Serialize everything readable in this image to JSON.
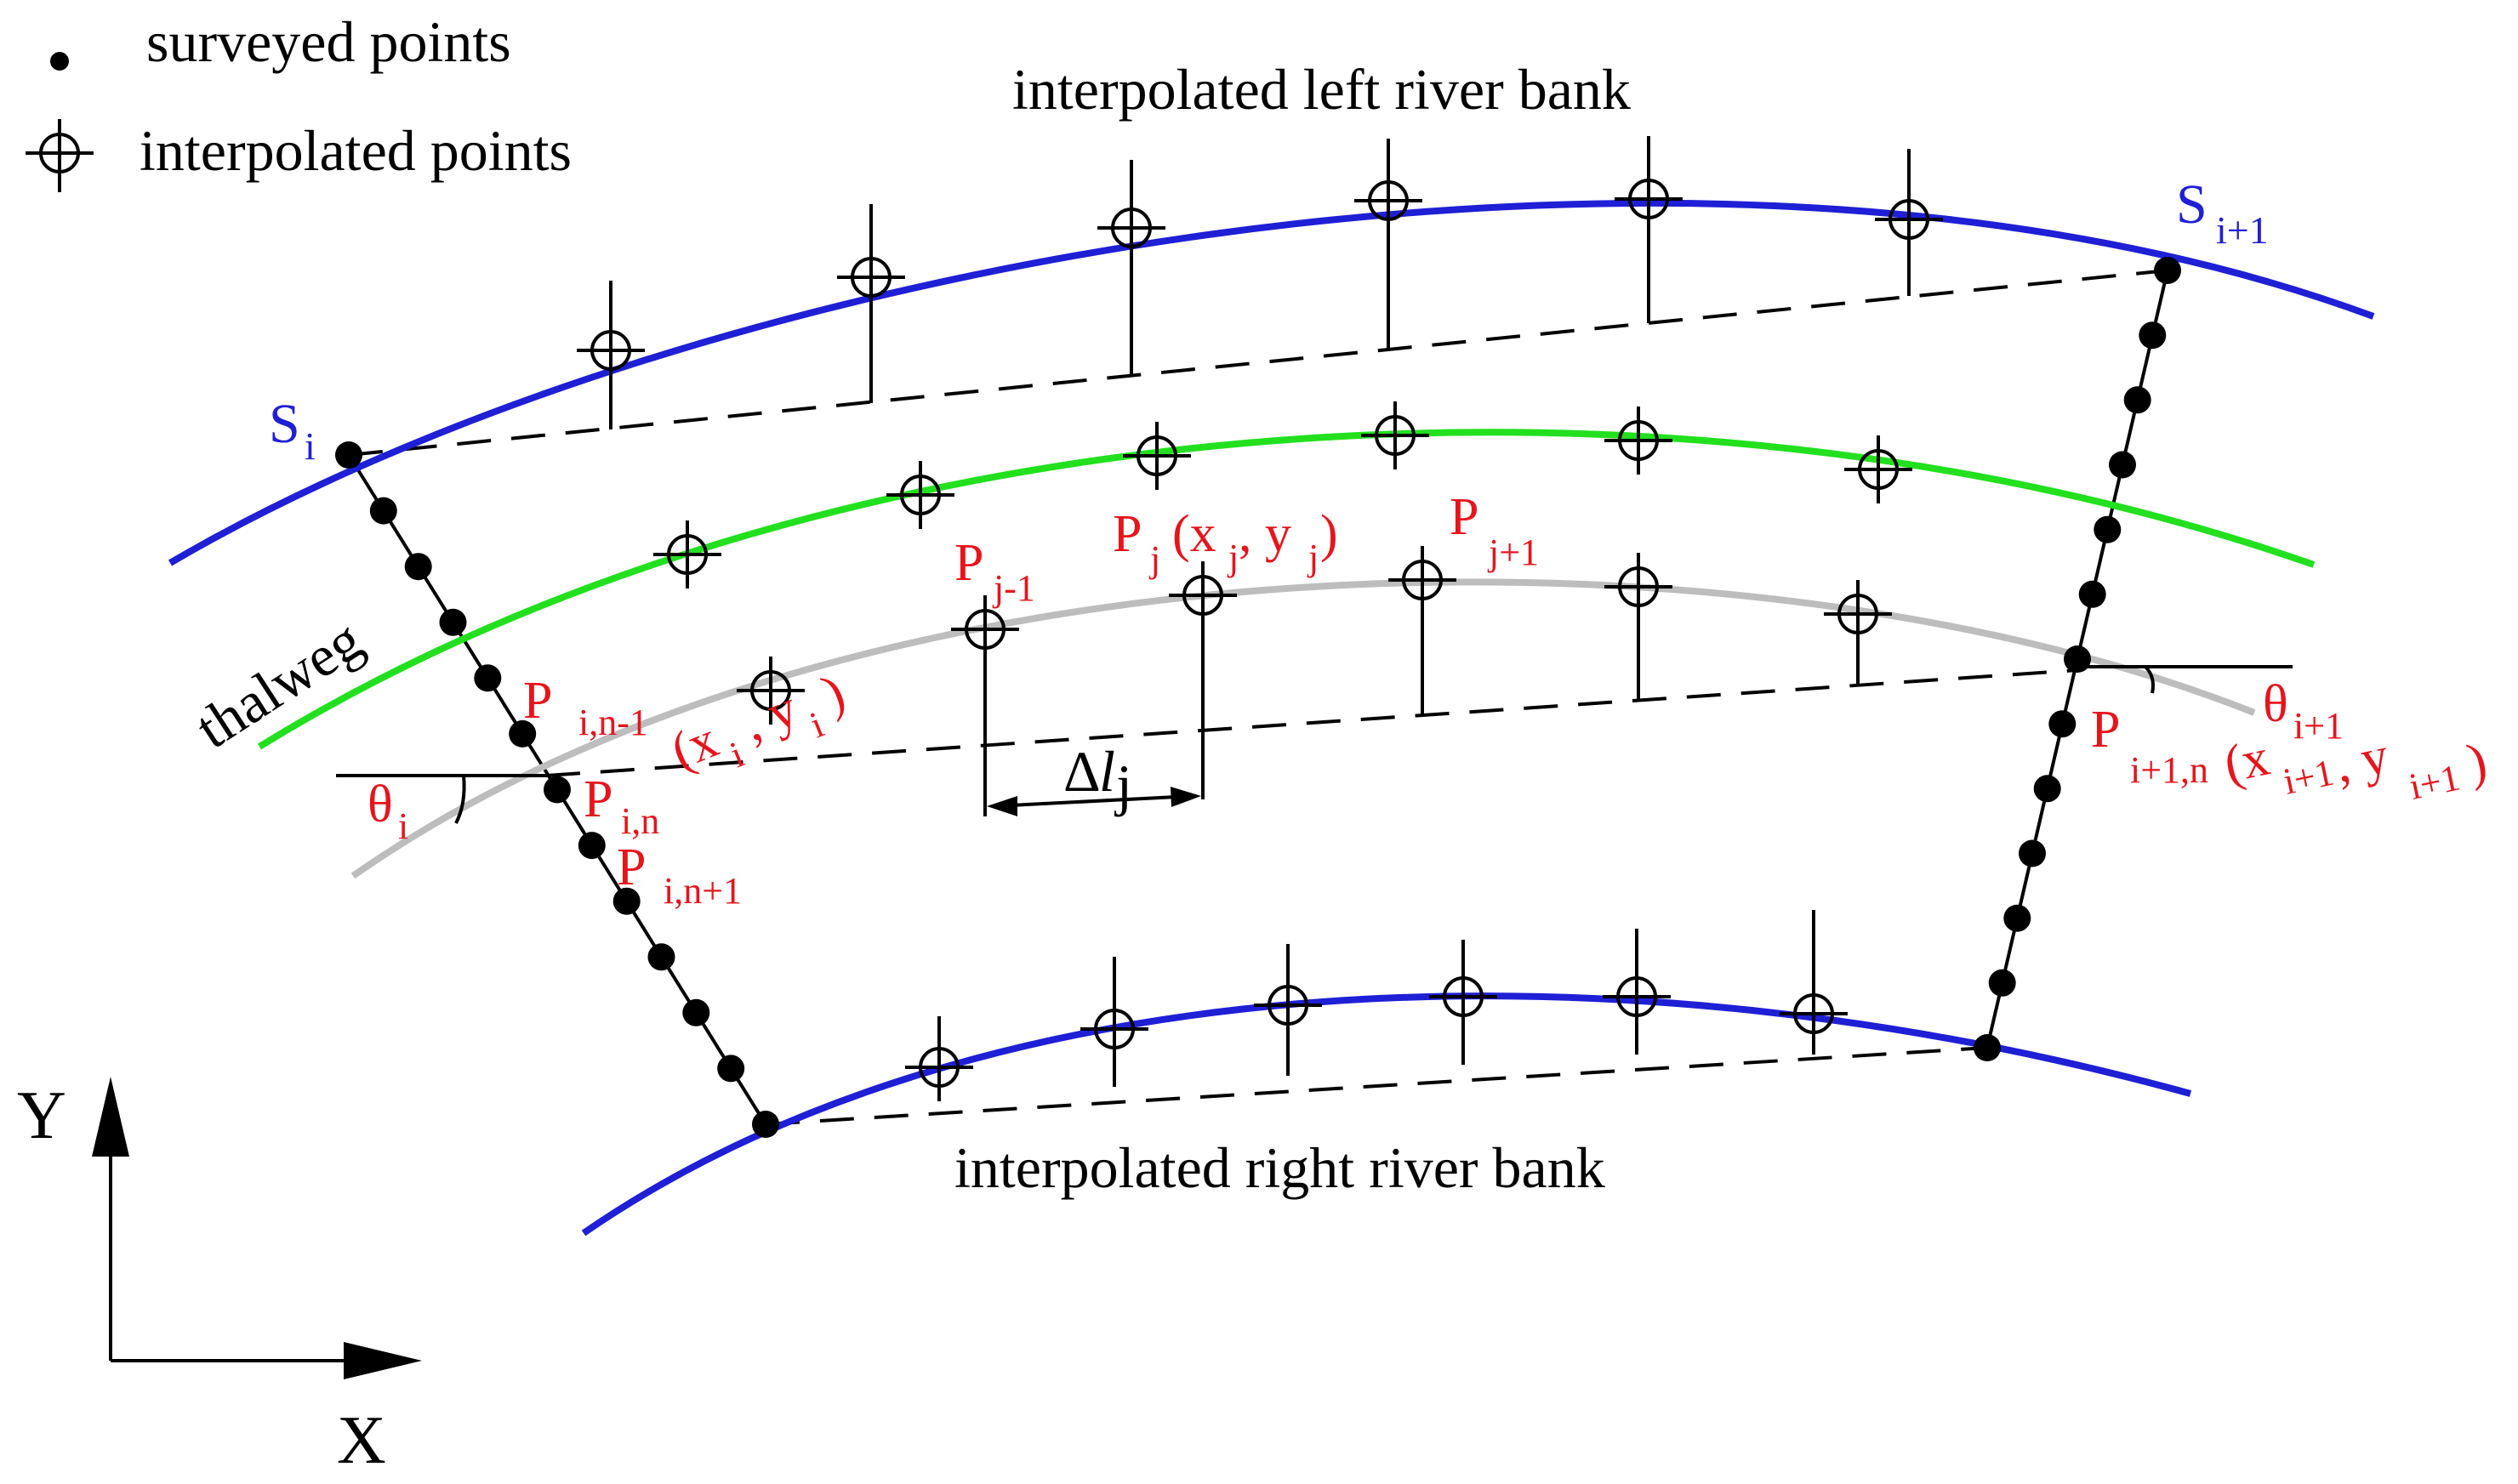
{
  "legend": {
    "surveyed": "surveyed points",
    "interpolated": "interpolated points"
  },
  "labels": {
    "left_bank": "interpolated left river bank",
    "right_bank": "interpolated right river bank",
    "thalweg": "thalweg",
    "s_i": "S",
    "s_i_sub": "i",
    "s_i1": "S",
    "s_i1_sub": "i+1",
    "p_i_n_minus_1": "P",
    "p_i_n_minus_1_sub": "i,n-1",
    "p_i_n": "P",
    "p_i_n_sub": "i,n",
    "p_i_n_coord_open": "(x",
    "p_i_n_coord_xsub": "i",
    "p_i_n_coord_mid": ", y",
    "p_i_n_coord_ysub": "i",
    "p_i_n_coord_close": ")",
    "p_i_n_plus_1": "P",
    "p_i_n_plus_1_sub": "i,n+1",
    "p_j_minus_1": "P",
    "p_j_minus_1_sub": "j-1",
    "p_j": "P",
    "p_j_sub": "j",
    "p_j_coord_open": "(x",
    "p_j_coord_xsub": "j",
    "p_j_coord_mid": ", y",
    "p_j_coord_ysub": "j",
    "p_j_coord_close": ")",
    "p_j_plus_1": "P",
    "p_j_plus_1_sub": "j+1",
    "p_i1_n": "P",
    "p_i1_n_sub": "i+1,n",
    "p_i1_n_coord_open": "(x",
    "p_i1_n_coord_xsub": "i+1",
    "p_i1_n_coord_mid": ", y",
    "p_i1_n_coord_ysub": "i+1",
    "p_i1_n_coord_close": ")",
    "theta_i": "θ",
    "theta_i_sub": "i",
    "theta_i1": "θ",
    "theta_i1_sub": "i+1",
    "delta_l": "Δ",
    "delta_l_l": "l",
    "delta_l_sub": "j",
    "axis_y": "Y",
    "axis_x": "X"
  },
  "colors": {
    "bank": "#1f1fd6",
    "centerline": "#22e01e",
    "thalweg": "#bdbdbd",
    "label": "#e8141c",
    "ink": "#000000"
  }
}
